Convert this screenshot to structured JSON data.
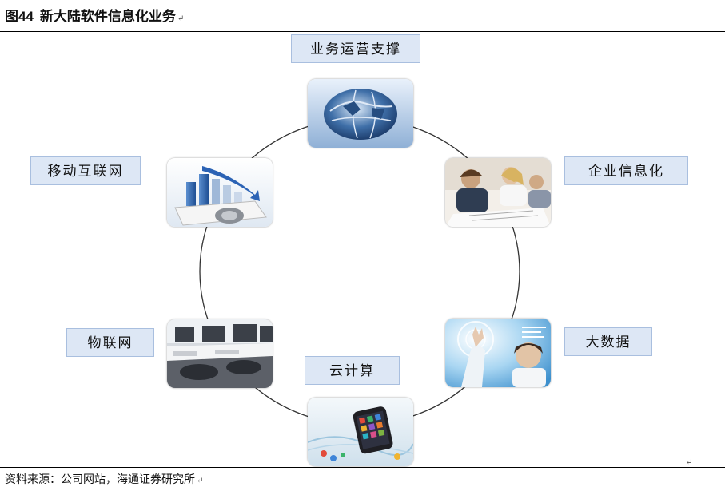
{
  "figure": {
    "number": "图44",
    "title": "新大陆软件信息化业务",
    "return_mark": "↵"
  },
  "nodes": [
    {
      "id": "business-ops",
      "label": "业务运营支撑",
      "icon": "globe-icon"
    },
    {
      "id": "enterprise-it",
      "label": "企业信息化",
      "icon": "office-team-icon"
    },
    {
      "id": "big-data",
      "label": "大数据",
      "icon": "touch-screen-icon"
    },
    {
      "id": "cloud",
      "label": "云计算",
      "icon": "smartphone-icon"
    },
    {
      "id": "iot",
      "label": "物联网",
      "icon": "computer-lab-icon"
    },
    {
      "id": "mobile-internet",
      "label": "移动互联网",
      "icon": "bar-chart-icon"
    }
  ],
  "source": "资料来源：公司网站，海通证券研究所",
  "colors": {
    "label_bg": "#dde7f5",
    "label_border": "#a9bfdf",
    "ring": "#333333"
  }
}
